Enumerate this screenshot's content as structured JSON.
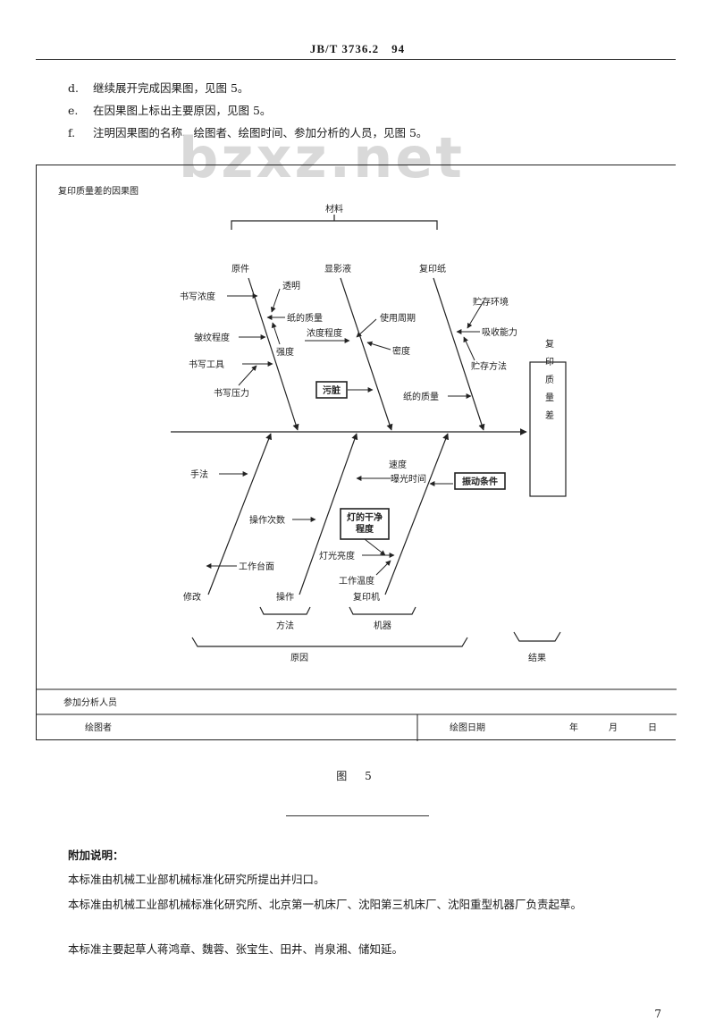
{
  "header": {
    "code": "JB/T 3736.2　94"
  },
  "steps": [
    {
      "marker": "d.",
      "text": "继续展开完成因果图，见图 5。"
    },
    {
      "marker": "e.",
      "text": "在因果图上标出主要原因，见图 5。"
    },
    {
      "marker": "f.",
      "text": "注明因果图的名称、绘图者、绘图时间、参加分析的人员，见图 5。"
    }
  ],
  "watermark": "bzxz.net",
  "diagram": {
    "title": "复印质量差的因果图",
    "group_top": "材料",
    "group_bottom_left": "方法",
    "group_bottom_mid": "机器",
    "group_bottom_all": "原因",
    "group_result": "结果",
    "result_box": "复印质量差",
    "bones": {
      "original": "原件",
      "developer_plate": "显影液",
      "copy_paper": "复印纸",
      "hands": "手法",
      "operation": "操作",
      "copier": "复印机",
      "correction": "修改"
    },
    "causes": {
      "transparency": "透明",
      "text_density": "书写浓度",
      "paper_quality_1": "纸的质量",
      "wrinkle_degree": "皱纹程度",
      "strength": "强度",
      "writing_tool": "书写工具",
      "writing_pressure": "书写压力",
      "usage_period": "使用周期",
      "concentration": "浓度程度",
      "density": "密度",
      "stain": "污脏",
      "storage_env": "贮存环境",
      "absorb_ability": "吸收能力",
      "storage_method": "贮存方法",
      "paper_quality_2": "纸的质量",
      "speed": "速度",
      "exposure_time": "曝光时间",
      "vibration": "振动条件",
      "operation_count": "操作次数",
      "lamp_clean": "灯的干净程度",
      "work_table": "工作台面",
      "lamp_brightness": "灯光亮度",
      "work_temp": "工作温度"
    },
    "table": {
      "participants_label": "参加分析人员",
      "drawer_label": "绘图者",
      "date_label": "绘图日期",
      "year": "年",
      "month": "月",
      "day": "日"
    }
  },
  "figure_caption": "图 5",
  "note": {
    "title": "附加说明：",
    "line1": "本标准由机械工业部机械标准化研究所提出并归口。",
    "line2": "本标准由机械工业部机械标准化研究所、北京第一机床厂、沈阳第三机床厂、沈阳重型机器厂负责起草。",
    "line3": "本标准主要起草人蒋鸿章、魏蓉、张宝生、田井、肖泉湘、储知延。"
  },
  "page_number": "7"
}
